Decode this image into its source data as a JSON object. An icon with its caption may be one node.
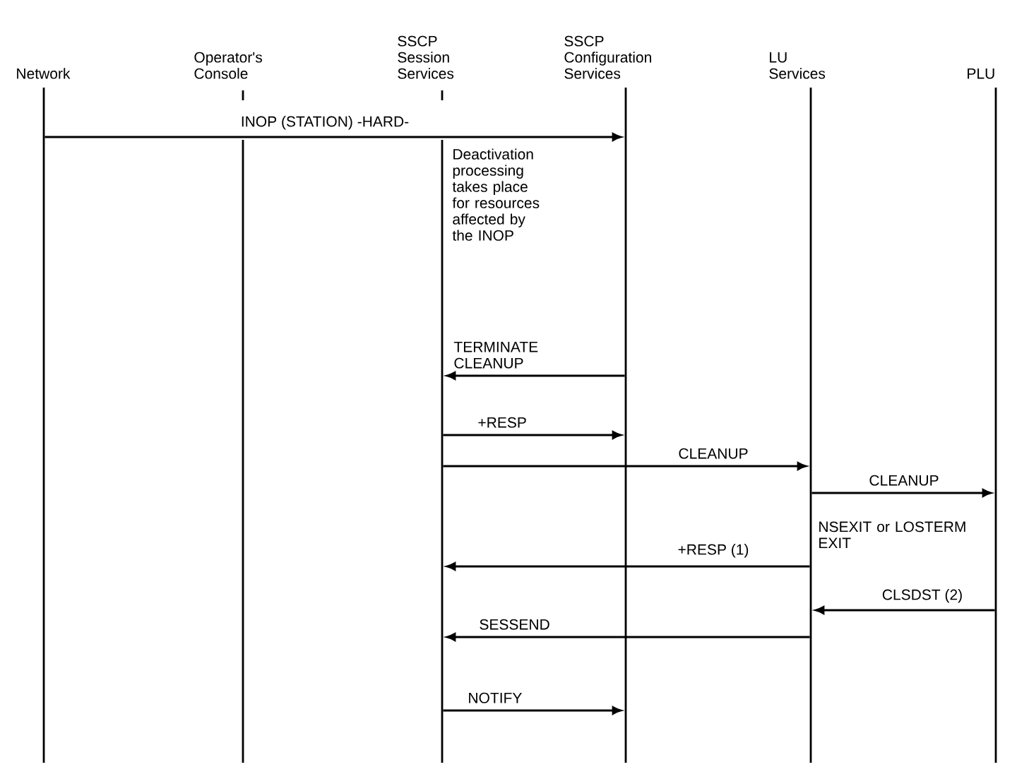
{
  "diagram": {
    "nodes": [
      {
        "text": [],
        "shape": "bar",
        "beside": [
          "Network"
        ]
      },
      {
        "text": [],
        "shape": "bar",
        "beside": [
          "Operator's Console"
        ]
      },
      {
        "text": [],
        "shape": "bar",
        "beside": [
          "SSCP Session Services"
        ]
      },
      {
        "text": [],
        "shape": "bar",
        "beside": [
          "SSCP Configuration Services"
        ]
      },
      {
        "text": [],
        "shape": "bar",
        "beside": [
          "LU Services"
        ]
      },
      {
        "text": [],
        "shape": "bar",
        "beside": [
          "PLU"
        ]
      }
    ],
    "edges": [
      {
        "from": 0,
        "to": 3,
        "arrow": "to",
        "label": "INOP (STATION) -HARD-"
      },
      {
        "from": 3,
        "to": 2,
        "arrow": "to",
        "label": "TERMINATE CLEANUP"
      },
      {
        "from": 2,
        "to": 3,
        "arrow": "to",
        "label": "+RESP"
      },
      {
        "from": 2,
        "to": 4,
        "arrow": "to",
        "label": "CLEANUP"
      },
      {
        "from": 4,
        "to": 5,
        "arrow": "to",
        "label": "CLEANUP"
      },
      {
        "from": 4,
        "to": 2,
        "arrow": "to",
        "label": "+RESP (1)"
      },
      {
        "from": 5,
        "to": 4,
        "arrow": "to",
        "label": "CLSDST (2)"
      },
      {
        "from": 4,
        "to": 2,
        "arrow": "to",
        "label": "SESSEND"
      },
      {
        "from": 2,
        "to": 3,
        "arrow": "to",
        "label": "NOTIFY"
      }
    ],
    "labels": [
      "Deactivation processing takes place for resources affected by the INOP",
      "NSEXIT or LOSTERM EXIT"
    ]
  }
}
